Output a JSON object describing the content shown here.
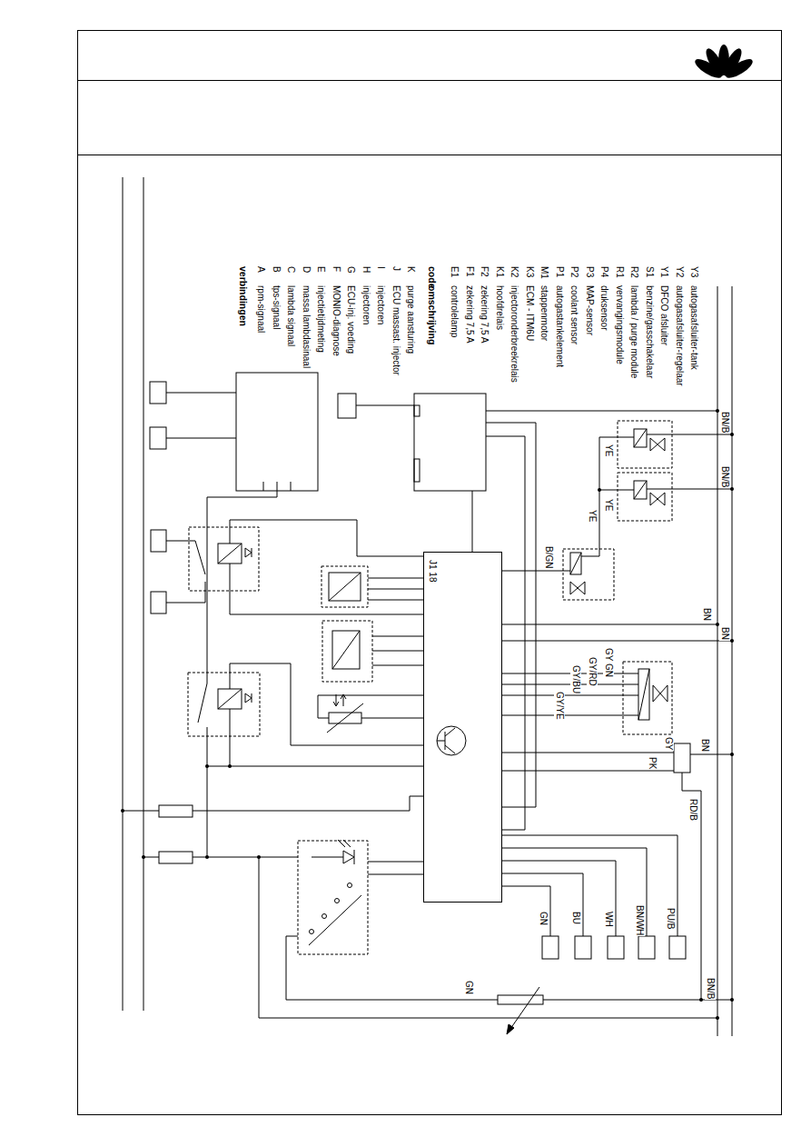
{
  "diagram": {
    "nodes": [
      {
        "text": [
          "J1 18"
        ]
      }
    ],
    "labels": [
      "verbindingen",
      "A",
      "rpm-signaal",
      "B",
      "tps-signaal",
      "C",
      "lambda signaal",
      "D",
      "massa lambdasinaal",
      "E",
      "injectietijdmeting",
      "F",
      "MONIO-diagnose",
      "G",
      "ECU-inj. voeding",
      "H",
      "injectoren",
      "I",
      "injectoren",
      "J",
      "ECU massast. injector",
      "K",
      "purge aansturing",
      "code",
      "omschrijving",
      "E1",
      "controlelamp",
      "F1",
      "zekering 7,5 A",
      "F2",
      "zekering 7,5 A",
      "K1",
      "hoofdrelais",
      "K2",
      "injectoronderbreekrelais",
      "K3",
      "ECM - ITM6U",
      "M1",
      "stappenmotor",
      "P1",
      "autogastankelement",
      "P2",
      "coolant sensor",
      "P3",
      "MAP-sensor",
      "P4",
      "druksensor",
      "R1",
      "vervangingsmodule",
      "R2",
      "lambda / purge module",
      "S1",
      "benzine/gasschakelaar",
      "Y1",
      "DFCO afsluiter",
      "Y2",
      "autogasafsluiter-regelaar",
      "Y3",
      "autogasafsluiter-tank",
      "GN",
      "BU",
      "WH",
      "BN/WH",
      "PU/B",
      "GN",
      "BN/B",
      "RD/B",
      "PK",
      "GY",
      "BN",
      "GY GN",
      "GY/RD",
      "GY/BU",
      "GY/YE",
      "BN",
      "BN",
      "B/GN",
      "YE",
      "YE",
      "YE",
      "BN/B",
      "BN/B"
    ]
  }
}
